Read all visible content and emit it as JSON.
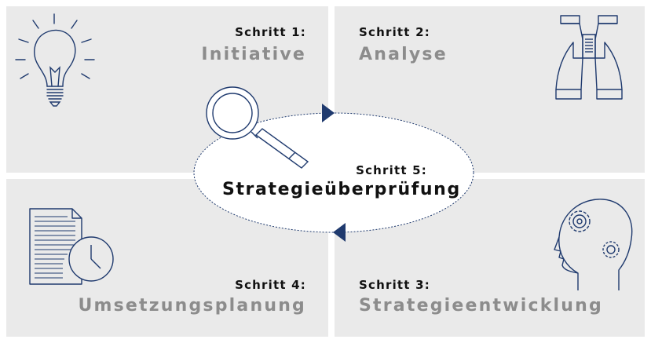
{
  "steps": {
    "step1": {
      "label": "Schritt 1:",
      "name": "Initiative"
    },
    "step2": {
      "label": "Schritt 2:",
      "name": "Analyse"
    },
    "step3": {
      "label": "Schritt 3:",
      "name": "Strategieentwicklung"
    },
    "step4": {
      "label": "Schritt 4:",
      "name": "Umsetzungsplanung"
    },
    "step5": {
      "label": "Schritt 5:",
      "name": "Strategieüberprüfung"
    }
  },
  "icons": {
    "step1": "lightbulb-icon",
    "step2": "binoculars-icon",
    "step3": "head-gears-icon",
    "step4": "document-clock-icon",
    "step5": "magnifier-icon"
  },
  "colors": {
    "quadrant_bg": "#eaeaea",
    "icon_stroke": "#1f3a6e",
    "arrow": "#1f3a6e",
    "step_label": "#111111",
    "step_name": "#8c8c8c"
  }
}
